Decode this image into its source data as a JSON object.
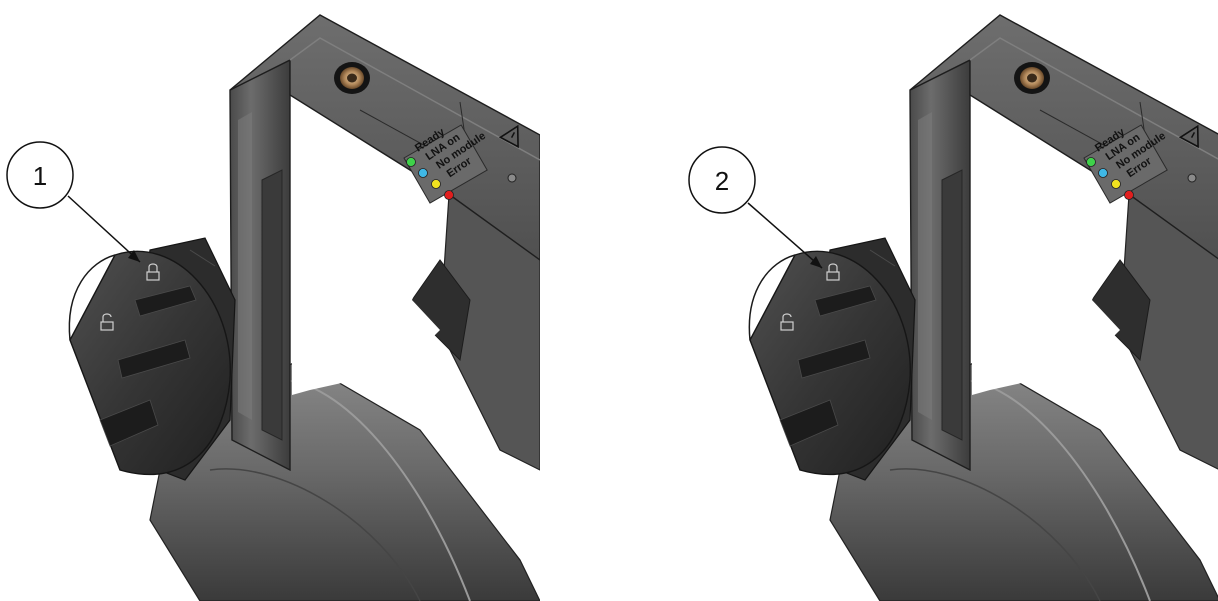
{
  "callouts": [
    {
      "number": "1"
    },
    {
      "number": "2"
    }
  ],
  "led_labels": [
    "Ready",
    "LNA on",
    "No module",
    "Error"
  ],
  "colors": {
    "led_ready": "#3fd14a",
    "led_lna": "#3fb8e6",
    "led_no_module": "#f2e21f",
    "led_error": "#e01e1e",
    "body_dark": "#3a3a3a",
    "body_mid": "#5a5a5a",
    "body_light": "#7a7a7a",
    "port_ring": "#111111",
    "port_metal": "#c9a274"
  },
  "icons": {
    "warning": "warning-triangle-icon",
    "locked": "padlock-closed-icon",
    "unlocked": "padlock-open-icon",
    "port": "connector-port-icon"
  }
}
